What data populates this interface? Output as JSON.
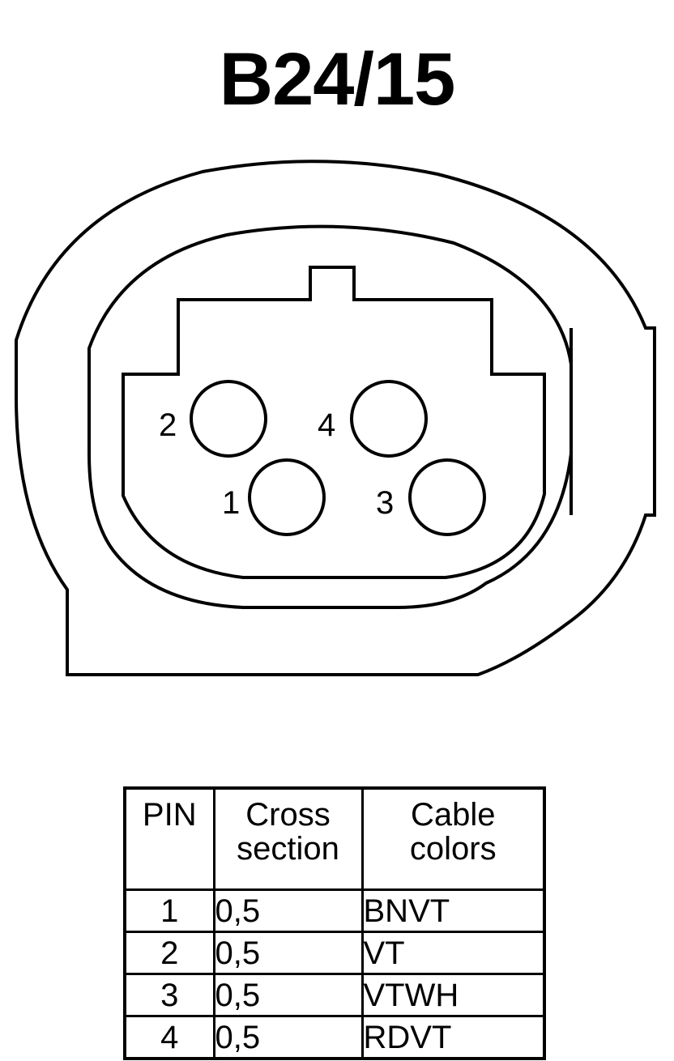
{
  "title": "B24/15",
  "connector": {
    "pins": [
      {
        "label": "1"
      },
      {
        "label": "2"
      },
      {
        "label": "3"
      },
      {
        "label": "4"
      }
    ]
  },
  "table": {
    "headers": {
      "pin": "PIN",
      "cross_section": [
        "Cross",
        "section"
      ],
      "cable_colors": [
        "Cable",
        "colors"
      ]
    },
    "rows": [
      {
        "pin": "1",
        "cross_section": "0,5",
        "color": "BNVT"
      },
      {
        "pin": "2",
        "cross_section": "0,5",
        "color": "VT"
      },
      {
        "pin": "3",
        "cross_section": "0,5",
        "color": "VTWH"
      },
      {
        "pin": "4",
        "cross_section": "0,5",
        "color": "RDVT"
      }
    ]
  }
}
